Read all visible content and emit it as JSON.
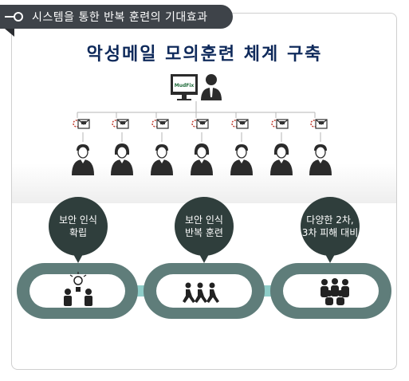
{
  "header": {
    "tag_text": "시스템을 통한 반복 훈련의 기대효과",
    "title": "악성메일 모의훈련 체계 구축"
  },
  "system": {
    "logo_text": "MudFix"
  },
  "bubbles": [
    {
      "text": "보안 인식\n확립"
    },
    {
      "text": "보안 인식\n반복 훈련"
    },
    {
      "text": "다양한 2차,\n3차 피해 대비"
    }
  ],
  "colors": {
    "title": "#0f2a5b",
    "tag_bg": "#3e4349",
    "bubble": "#2f3e3c",
    "chain_outer": "#5f7d7a",
    "chain_link": "#8ecdc8",
    "mail_accent": "#c0392b"
  }
}
